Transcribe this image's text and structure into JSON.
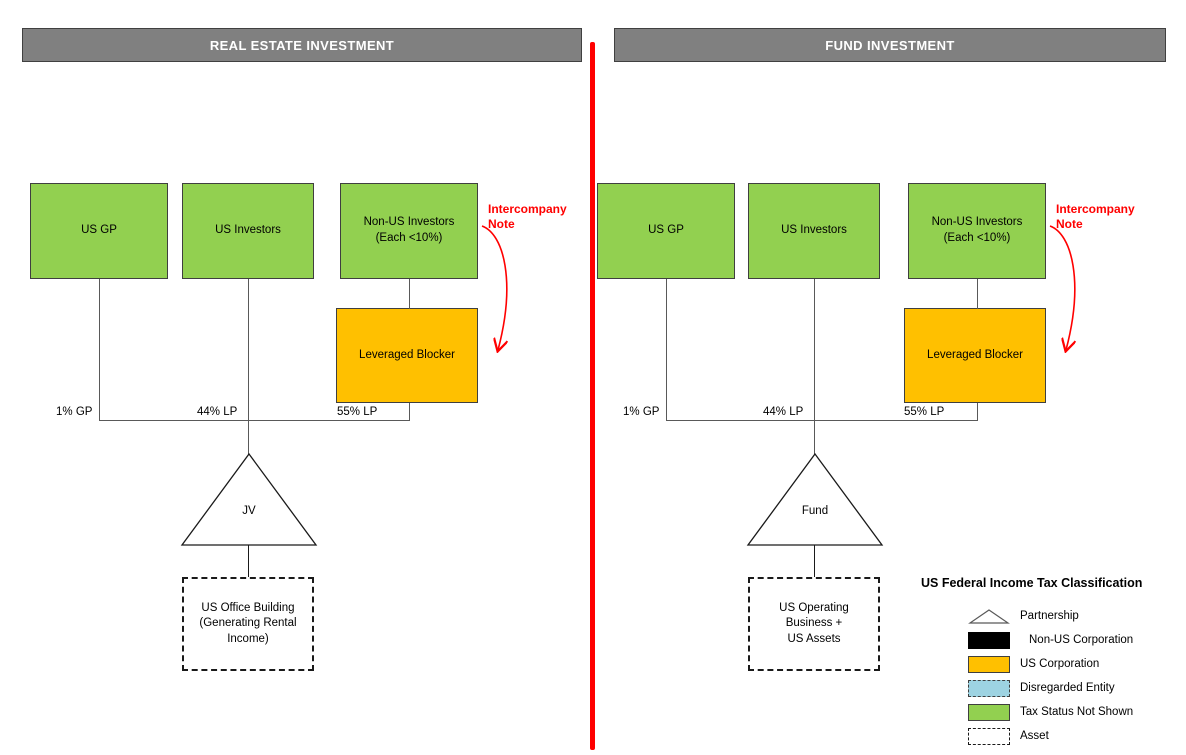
{
  "headers": {
    "left": "REAL ESTATE INVESTMENT",
    "right": "FUND INVESTMENT"
  },
  "colors": {
    "header_bar": "#808080",
    "divider": "#ff0000",
    "green": "#92D050",
    "orange": "#FFC000",
    "light_blue": "#9DD3E2",
    "black": "#000000",
    "annotation": "#ff0000"
  },
  "left_panel": {
    "boxes": {
      "us_gp": "US GP",
      "us_investors": "US Investors",
      "non_us_investors": "Non-US Investors\n(Each <10%)",
      "leveraged_blocker": "Leveraged Blocker",
      "asset": "US Office Building\n(Generating Rental\nIncome)"
    },
    "entity": "JV",
    "percentages": {
      "gp": "1% GP",
      "lp_us": "44% LP",
      "lp_blocker": "55% LP"
    },
    "annotation": "Intercompany\nNote"
  },
  "right_panel": {
    "boxes": {
      "us_gp": "US GP",
      "us_investors": "US Investors",
      "non_us_investors": "Non-US Investors\n(Each <10%)",
      "leveraged_blocker": "Leveraged Blocker",
      "asset": "US Operating\nBusiness +\nUS Assets"
    },
    "entity": "Fund",
    "percentages": {
      "gp": "1% GP",
      "lp_us": "44% LP",
      "lp_blocker": "55% LP"
    },
    "annotation": "Intercompany\nNote"
  },
  "legend": {
    "title": "US Federal Income Tax Classification",
    "items": [
      {
        "label": "Partnership",
        "swatch": "triangle-outline"
      },
      {
        "label": "Non-US Corporation",
        "swatch": "black-rect"
      },
      {
        "label": "US Corporation",
        "swatch": "orange-rect"
      },
      {
        "label": "Disregarded Entity",
        "swatch": "lightblue-dashed-rect"
      },
      {
        "label": "Tax Status Not Shown",
        "swatch": "green-rect"
      },
      {
        "label": "Asset",
        "swatch": "white-dashed-rect"
      }
    ]
  }
}
